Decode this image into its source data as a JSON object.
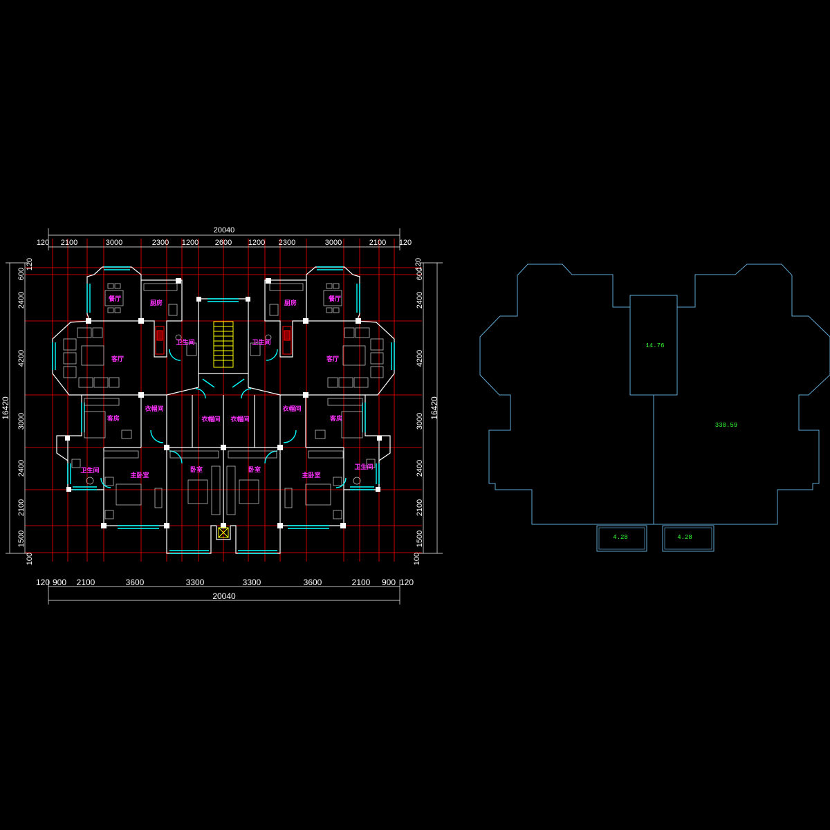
{
  "plan": {
    "top_overall": "20040",
    "bottom_overall": "20040",
    "top_dims": [
      "120",
      "2100",
      "3000",
      "2300",
      "1200",
      "2600",
      "1200",
      "2300",
      "3000",
      "2100",
      "120"
    ],
    "bottom_dims": [
      "120",
      "900",
      "2100",
      "3600",
      "3300",
      "3300",
      "3600",
      "2100",
      "900",
      "120"
    ],
    "left_overall": "16420",
    "right_overall": "16420",
    "side_dims": [
      "120",
      "600",
      "2400",
      "4200",
      "3000",
      "2400",
      "2100",
      "1500",
      "100"
    ],
    "rooms": [
      {
        "key": "dining_l",
        "label": "餐厅"
      },
      {
        "key": "kitchen_l",
        "label": "厨房"
      },
      {
        "key": "living_l",
        "label": "客厅"
      },
      {
        "key": "bath_top_l",
        "label": "卫生间"
      },
      {
        "key": "bath_top_r",
        "label": "卫生间"
      },
      {
        "key": "kitchen_r",
        "label": "厨房"
      },
      {
        "key": "dining_r",
        "label": "餐厅"
      },
      {
        "key": "living_r",
        "label": "客厅"
      },
      {
        "key": "guest_l",
        "label": "客房"
      },
      {
        "key": "closet_l",
        "label": "衣帽间"
      },
      {
        "key": "closet_cl",
        "label": "衣帽间"
      },
      {
        "key": "closet_cr",
        "label": "衣帽间"
      },
      {
        "key": "closet_r",
        "label": "衣帽间"
      },
      {
        "key": "guest_r",
        "label": "客房"
      },
      {
        "key": "bath_l",
        "label": "卫生间"
      },
      {
        "key": "master_l",
        "label": "主卧室"
      },
      {
        "key": "bed_cl",
        "label": "卧室"
      },
      {
        "key": "bed_cr",
        "label": "卧室"
      },
      {
        "key": "master_r",
        "label": "主卧室"
      },
      {
        "key": "bath_r",
        "label": "卫生间"
      }
    ],
    "colors": {
      "wall": "#ffffff",
      "axis": "#ff0000",
      "window": "#00ffff",
      "room_label": "#ff33ff",
      "furniture": "#c0c0c0",
      "stair": "#ffff00",
      "dim": "#ffffff"
    }
  },
  "area_outline": {
    "areas": [
      "14.76",
      "330.59",
      "4.28",
      "4.28"
    ],
    "colors": {
      "outline": "#5fa8d3",
      "label": "#33ff33"
    }
  }
}
